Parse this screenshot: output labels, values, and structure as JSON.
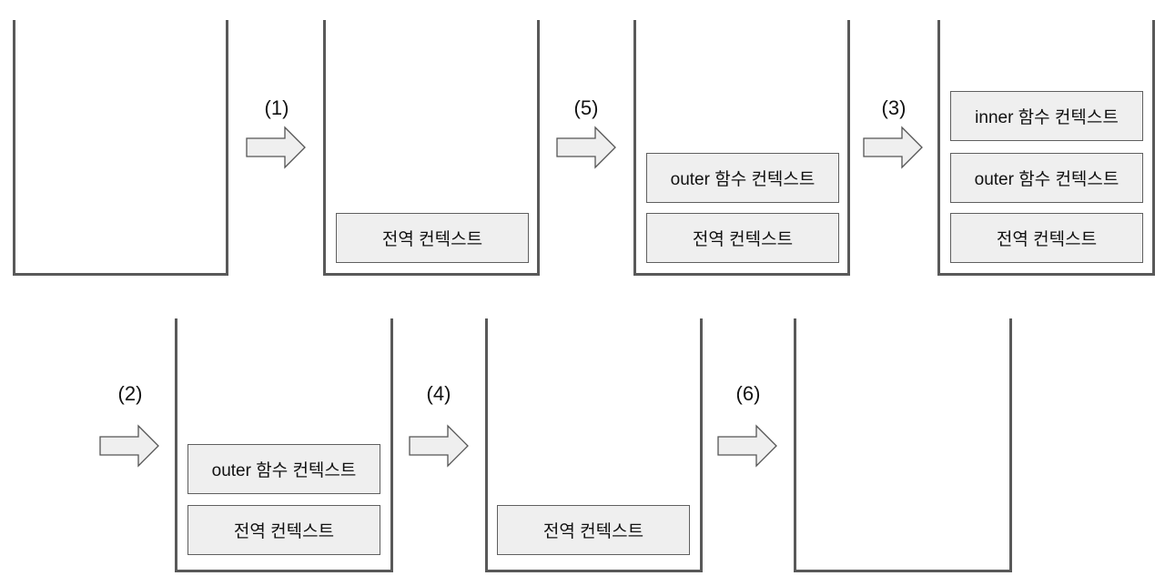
{
  "labels": {
    "global_context": "전역 컨텍스트",
    "outer_context": "outer 함수 컨텍스트",
    "inner_context": "inner 함수 컨텍스트"
  },
  "steps": [
    "(1)",
    "(5)",
    "(3)",
    "(2)",
    "(4)",
    "(6)"
  ],
  "colors": {
    "stack_border": "#595959",
    "context_fill": "#efefef",
    "context_border": "#5f5f5f",
    "arrow_fill": "#efefef",
    "arrow_stroke": "#555555"
  }
}
